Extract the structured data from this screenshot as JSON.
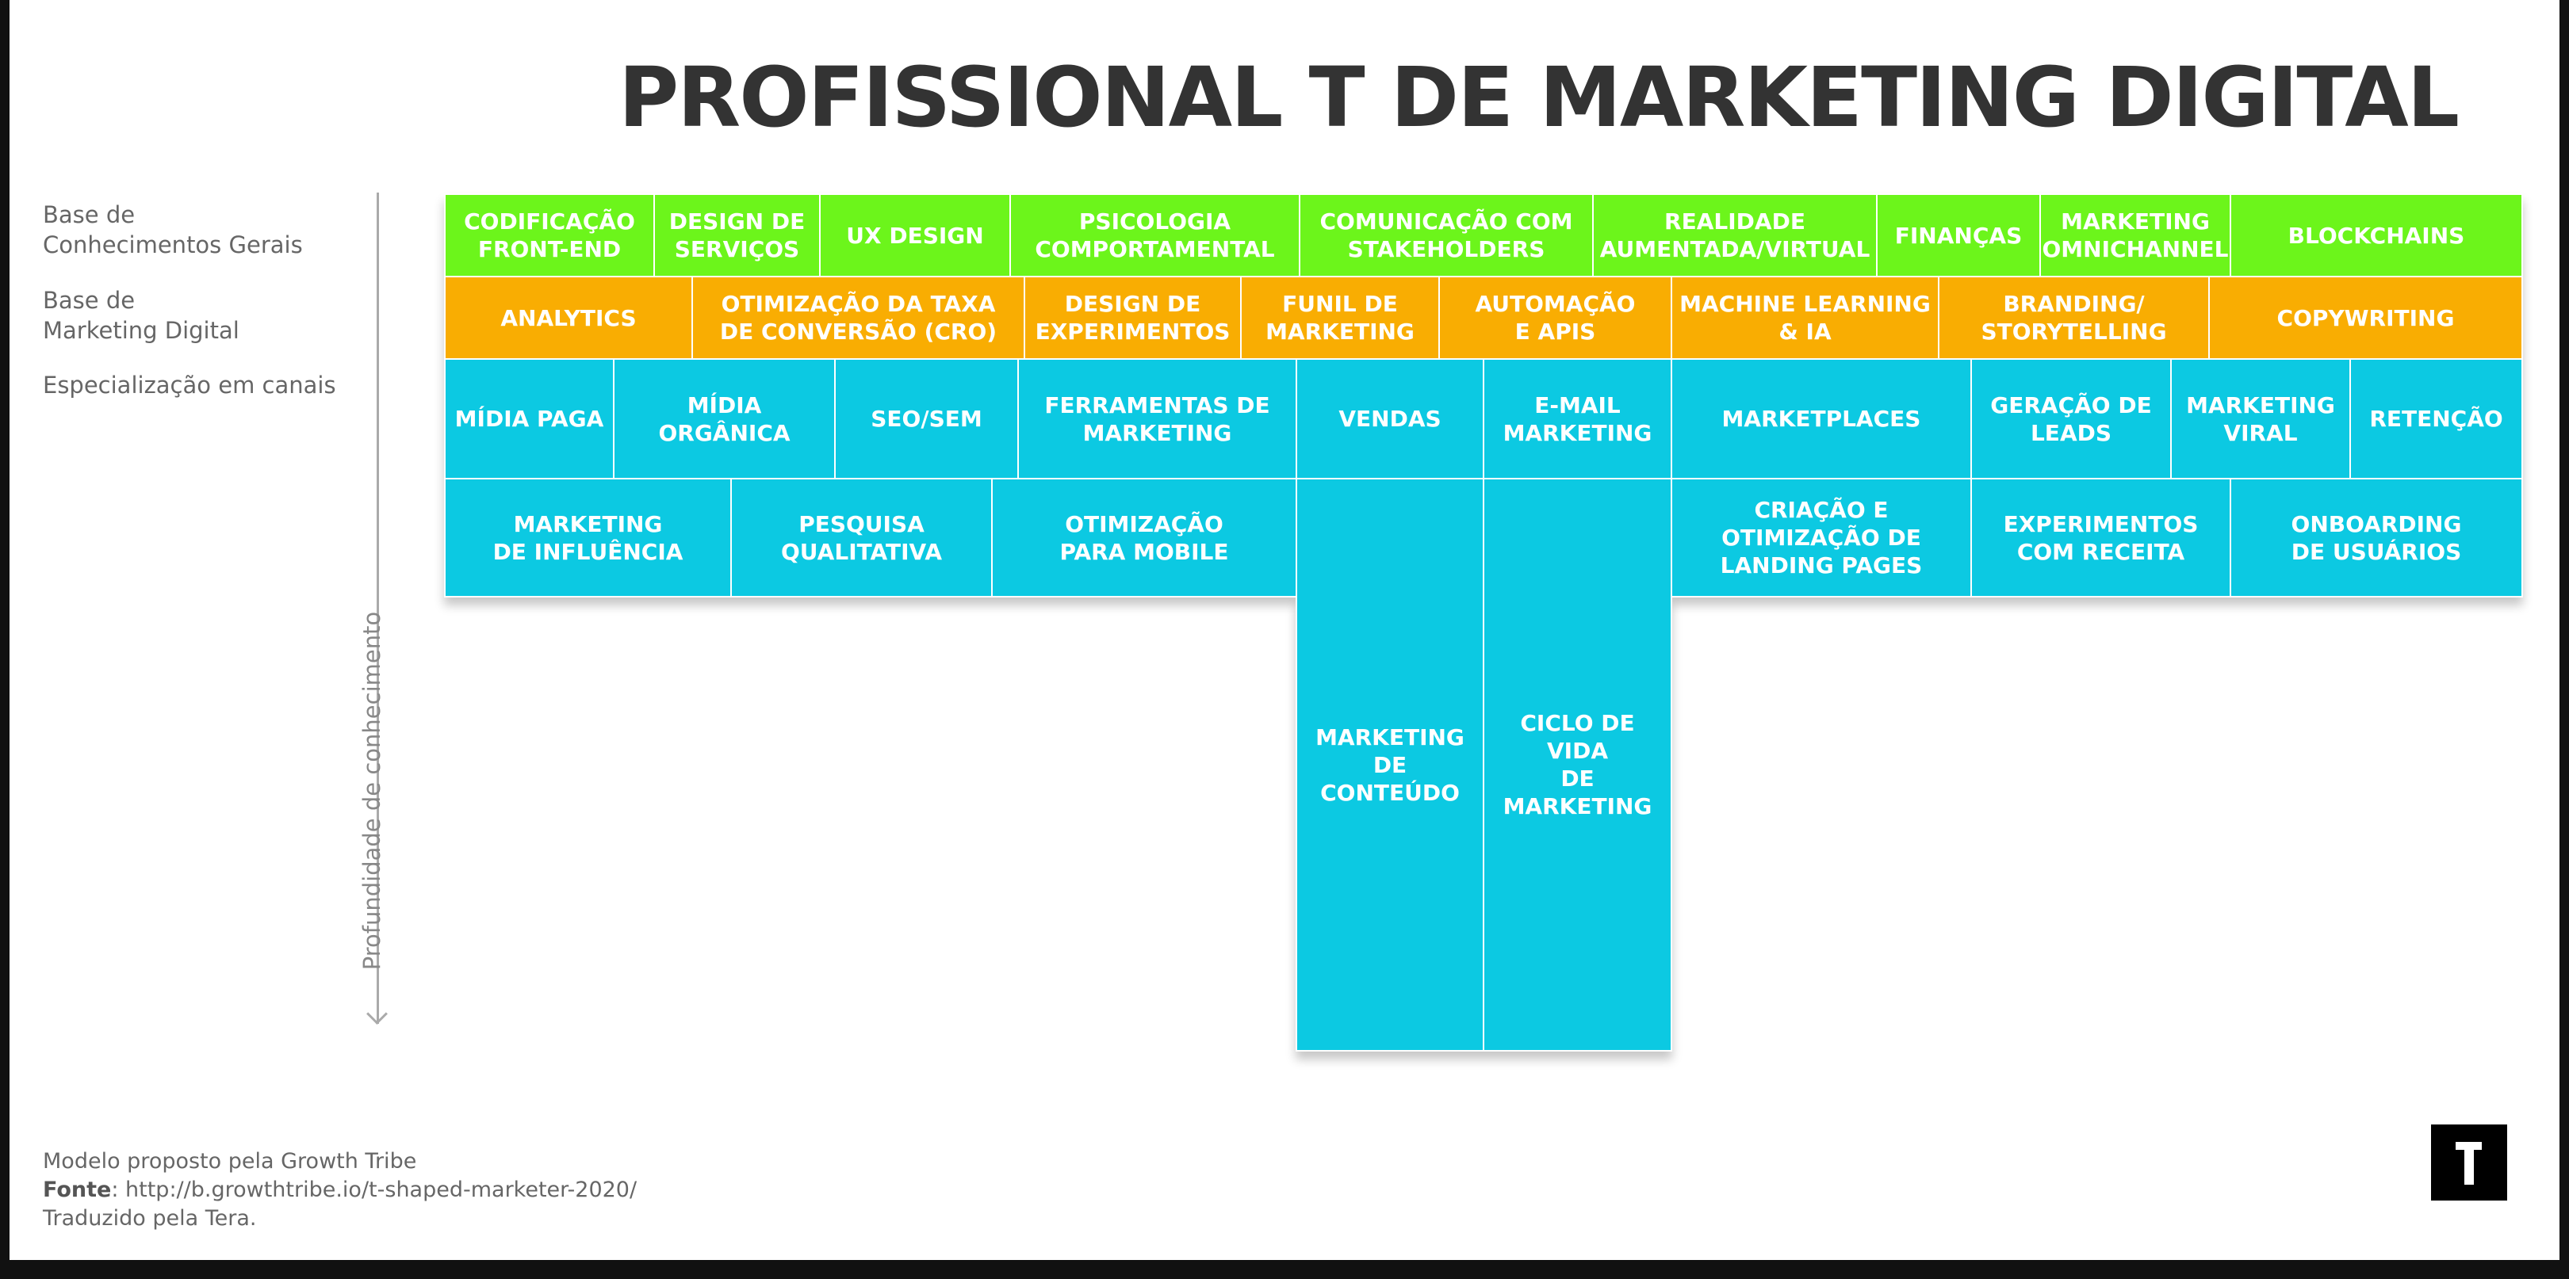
{
  "title": "PROFISSIONAL T DE MARKETING DIGITAL",
  "colors": {
    "general": "#6CF51B",
    "digital": "#F9AD02",
    "channels": "#0CC9E2",
    "text_dark": "#333333",
    "text_muted": "#666666"
  },
  "row_labels": [
    {
      "line1": "Base de",
      "line2": "Conhecimentos Gerais"
    },
    {
      "line1": "Base de",
      "line2": "Marketing Digital"
    },
    {
      "line1": "Especialização em canais",
      "line2": ""
    }
  ],
  "axis_label": "Profundidade de conhecimento",
  "rows": {
    "general": [
      "CODIFICAÇÃO\nFRONT-END",
      "DESIGN DE\nSERVIÇOS",
      "UX DESIGN",
      "PSICOLOGIA\nCOMPORTAMENTAL",
      "COMUNICAÇÃO COM\nSTAKEHOLDERS",
      "REALIDADE\nAUMENTADA/VIRTUAL",
      "FINANÇAS",
      "MARKETING\nOMNICHANNEL",
      "BLOCKCHAINS"
    ],
    "digital": [
      "ANALYTICS",
      "OTIMIZAÇÃO DA TAXA\nDE CONVERSÃO (CRO)",
      "DESIGN DE\nEXPERIMENTOS",
      "FUNIL DE\nMARKETING",
      "AUTOMAÇÃO\nE APIS",
      "MACHINE LEARNING\n& IA",
      "BRANDING/\nSTORYTELLING",
      "COPYWRITING"
    ],
    "channels_1": [
      "MÍDIA PAGA",
      "MÍDIA ORGÂNICA",
      "SEO/SEM",
      "FERRAMENTAS DE\nMARKETING",
      "VENDAS",
      "E-MAIL\nMARKETING",
      "MARKETPLACES",
      "GERAÇÃO DE\nLEADS",
      "MARKETING\nVIRAL",
      "RETENÇÃO"
    ],
    "channels_2": [
      "MARKETING\nDE INFLUÊNCIA",
      "PESQUISA\nQUALITATIVA",
      "OTIMIZAÇÃO\nPARA MOBILE",
      "MARKETING\nDE CONTEÚDO",
      "CICLO DE VIDA\nDE MARKETING",
      "CRIAÇÃO E\nOTIMIZAÇÃO DE\nLANDING PAGES",
      "EXPERIMENTOS\nCOM RECEITA",
      "ONBOARDING\nDE USUÁRIOS"
    ]
  },
  "footer": {
    "line1": "Modelo proposto pela Growth Tribe",
    "source_label": "Fonte",
    "source_value": ": http://b.growthtribe.io/t-shaped-marketer-2020/",
    "line3": "Traduzido pela Tera."
  },
  "logo": {
    "letter": "T",
    "icon": "tera-logo-icon"
  }
}
